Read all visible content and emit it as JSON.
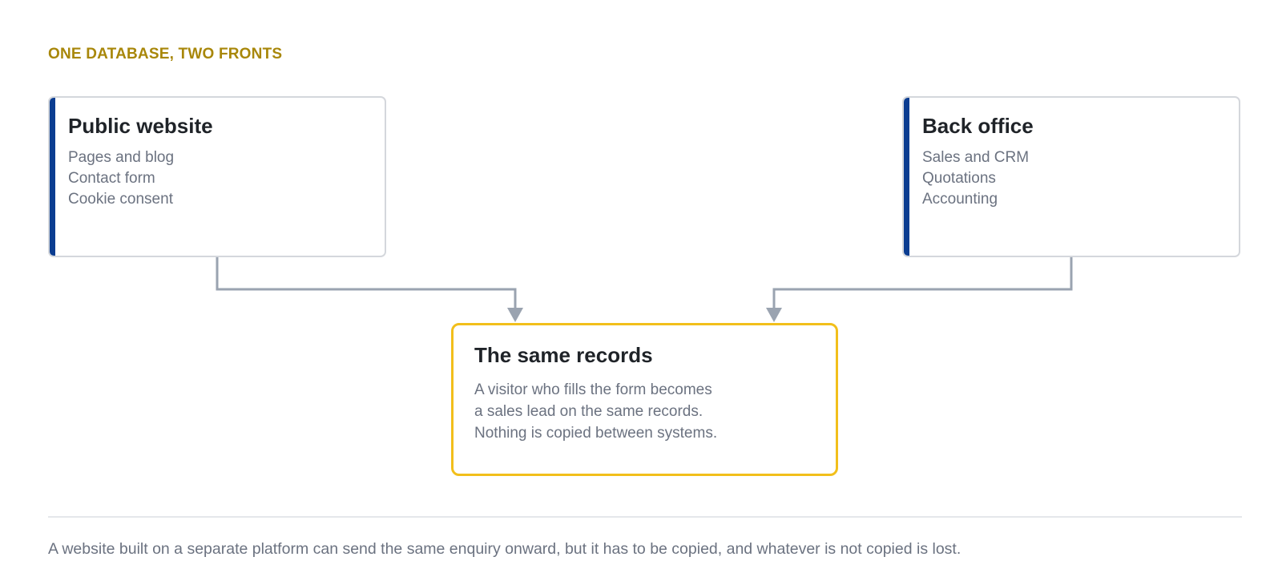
{
  "header": {
    "eyebrow": "ONE DATABASE, TWO FRONTS"
  },
  "nodes": {
    "public_website": {
      "title": "Public website",
      "items": [
        "Pages and blog",
        "Contact form",
        "Cookie consent"
      ]
    },
    "back_office": {
      "title": "Back office",
      "items": [
        "Sales and CRM",
        "Quotations",
        "Accounting"
      ]
    },
    "shared_records": {
      "title": "The same records",
      "lines": [
        "A visitor who fills the form becomes",
        "a sales lead on the same records.",
        "Nothing is copied between systems."
      ]
    }
  },
  "edges": [
    {
      "from": "public_website",
      "to": "shared_records"
    },
    {
      "from": "back_office",
      "to": "shared_records"
    }
  ],
  "footnote": "A website built on a separate platform can send the same enquiry onward, but it has to be copied, and whatever is not copied is lost.",
  "colors": {
    "eyebrow": "#a8870a",
    "accent_bar": "#0b3d91",
    "highlight_border": "#f2bf1b",
    "connector": "#9aa3b0"
  }
}
